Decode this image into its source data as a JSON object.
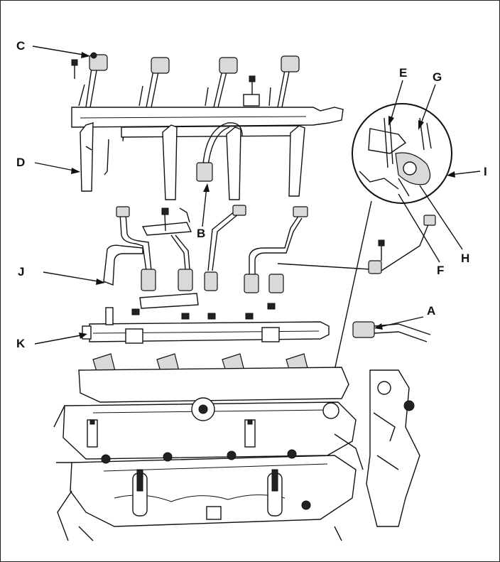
{
  "diagram": {
    "callouts": {
      "A": "A",
      "B": "B",
      "C": "C",
      "D": "D",
      "E": "E",
      "F": "F",
      "G": "G",
      "H": "H",
      "I": "I",
      "J": "J",
      "K": "K"
    },
    "colors": {
      "line": "#111111",
      "background": "#ffffff",
      "shade": "#d9d9d9"
    }
  }
}
